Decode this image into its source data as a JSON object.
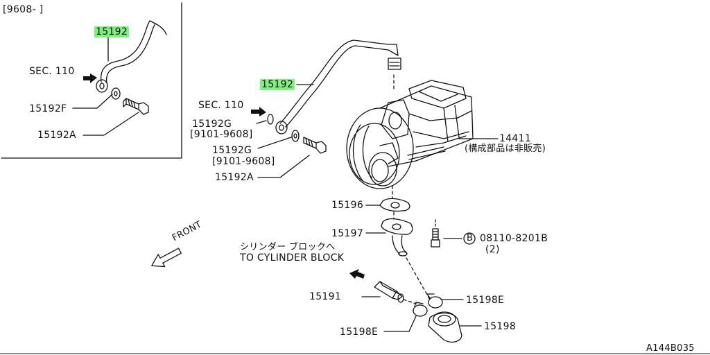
{
  "inset": {
    "date_range": "[9608-      ]",
    "labels": {
      "pipe": "15192",
      "section": "SEC. 110",
      "washer": "15192F",
      "bolt": "15192A"
    }
  },
  "main": {
    "labels": {
      "pipe": "15192",
      "section": "SEC. 110",
      "gasket_top": "15192G",
      "gasket_top_range": "[9101-9608]",
      "gasket_bottom": "15192G",
      "gasket_bottom_range": "[9101-9608]",
      "bolt": "15192A",
      "turbo": "14411",
      "turbo_note": "(構成部品は非販売)",
      "gasket_outlet": "15196",
      "outlet_pipe": "15197",
      "bolt_code_badge": "B",
      "bolt_code": "08110-8201B",
      "bolt_qty": "(2)",
      "return_note_jp": "シリンダー ブロックへ",
      "return_note_en": "TO CYLINDER BLOCK",
      "connector": "15191",
      "clamp_upper": "15198E",
      "clamp_lower": "15198E",
      "hose": "15198",
      "front": "FRONT"
    }
  },
  "diagram_code": "A144B035",
  "colors": {
    "highlight": "#7cf27c",
    "ink": "#111111"
  }
}
